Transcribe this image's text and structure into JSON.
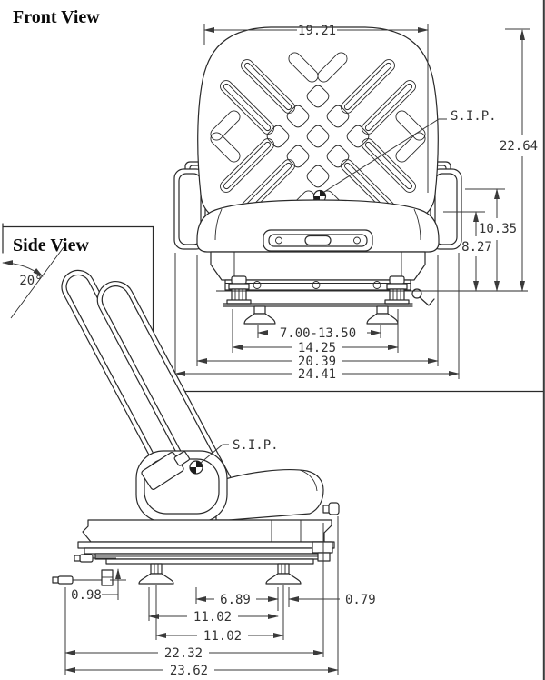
{
  "front_view": {
    "title": "Front View",
    "sip_label": "S.I.P.",
    "dimensions": {
      "seat_width_top": "19.21",
      "overall_height": "22.64",
      "height_upper": "10.35",
      "height_lower": "8.27",
      "mount_slot_range": "7.00-13.50",
      "mount_width": "14.25",
      "cushion_width": "20.39",
      "overall_width": "24.41"
    }
  },
  "side_view": {
    "title": "Side View",
    "backrest_angle": "20°",
    "sip_label": "S.I.P.",
    "dimensions": {
      "foot_height": "0.98",
      "foot_gap": "6.89",
      "rear_offset": "0.79",
      "rail_span_upper": "11.02",
      "rail_span_lower": "11.02",
      "base_depth": "22.32",
      "overall_depth": "23.62"
    }
  },
  "colors": {
    "line": "#2a2a2a",
    "dimension": "#3a3a3a",
    "background": "#ffffff"
  }
}
